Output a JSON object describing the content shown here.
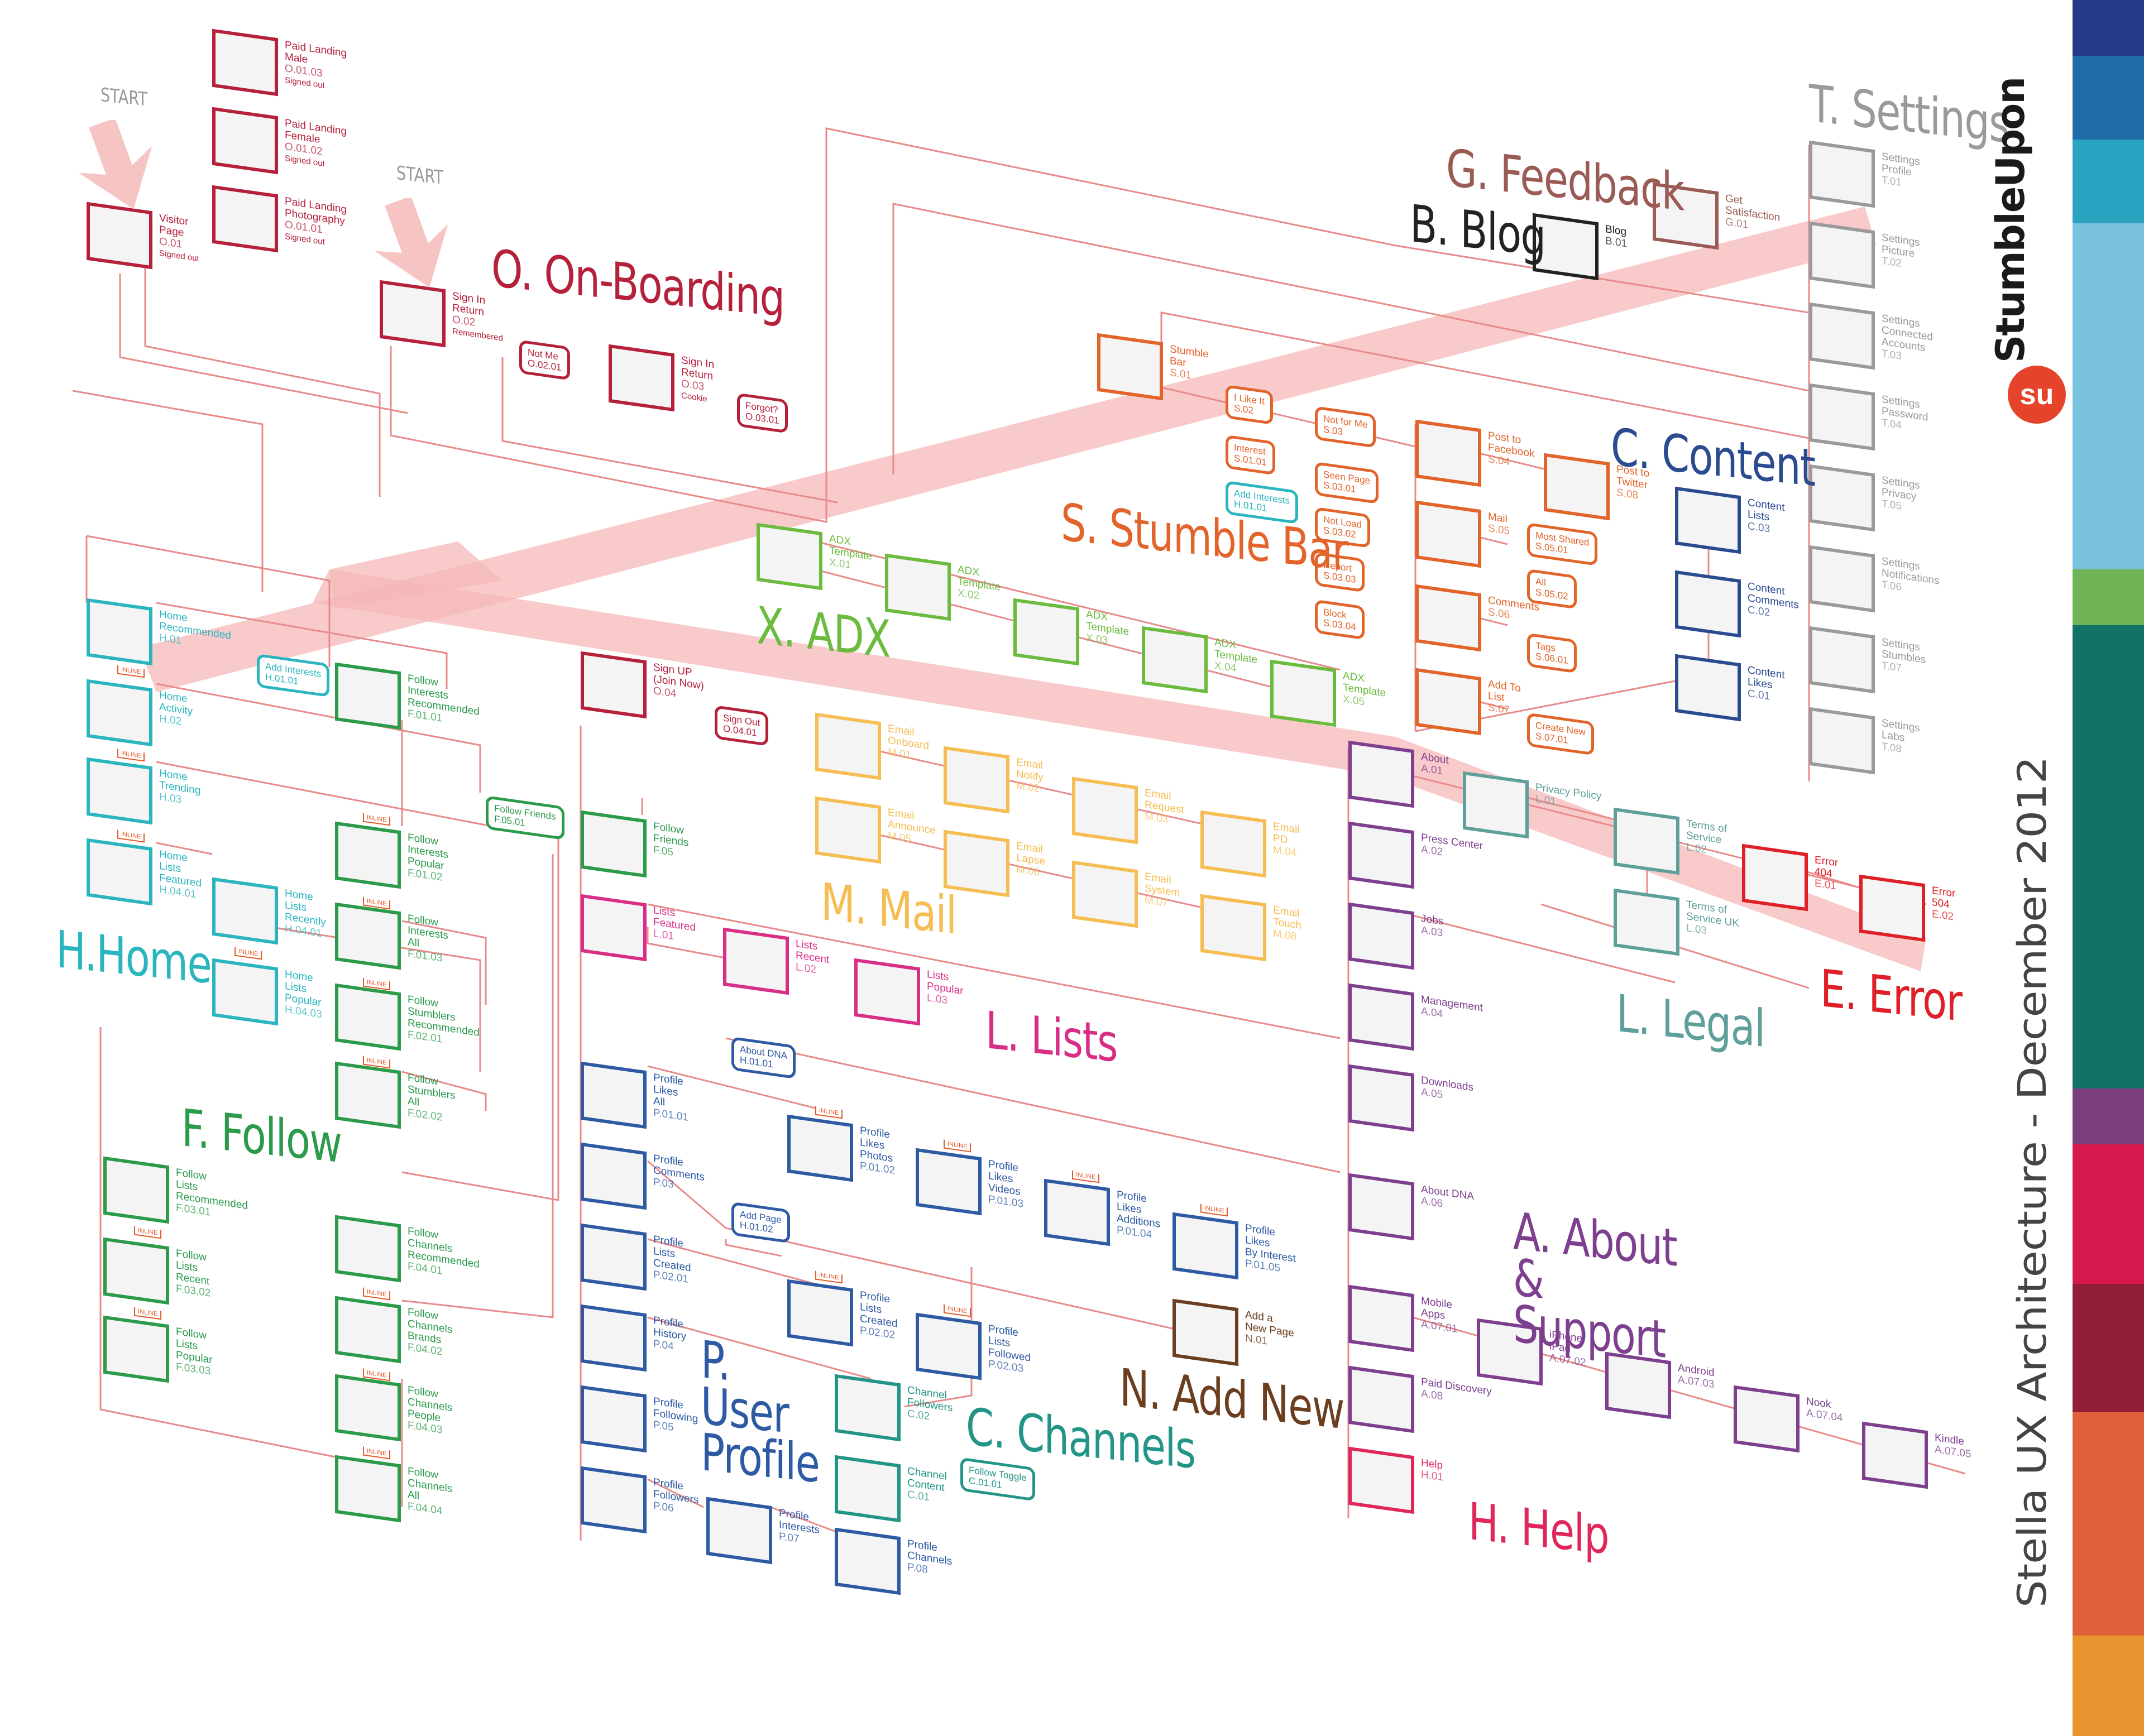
{
  "brand": {
    "logo_text": "StumbleUpon",
    "logo_mark": "su",
    "title": "Stella UX Architecture - December 2012",
    "stripes": [
      "#263a8a",
      "#1f6ba8",
      "#2aa3c1",
      "#7ac3e0",
      "#7ac3e0",
      "#6fb557",
      "#137266",
      "#137266",
      "#7a3f7c",
      "#d6184f",
      "#8f1f36",
      "#e0603a",
      "#e8952f"
    ]
  },
  "colors": {
    "onboarding": "#b5203a",
    "home": "#2ab5bf",
    "follow": "#2b9a4a",
    "adx": "#6bbb3f",
    "mail": "#f5bd52",
    "lists": "#d92e86",
    "profile": "#2d5aa3",
    "channels": "#239587",
    "addnew": "#6a3e1e",
    "stumble": "#e2642a",
    "content": "#2a4b90",
    "settings": "#9a9a9a",
    "feedback": "#9b5b55",
    "blog": "#222222",
    "about": "#7d3f8e",
    "help": "#e0275a",
    "legal": "#5e9f9a",
    "error": "#e02028",
    "connector": "#e88a8a",
    "band": "#f5b8b8"
  },
  "start_labels": [
    "START",
    "START"
  ],
  "inline_label": "INLINE",
  "sections": {
    "onboarding": "O. On-Boarding",
    "home": "H.Home",
    "follow": "F. Follow",
    "adx": "X. ADX",
    "mail": "M. Mail",
    "lists": "L. Lists",
    "profile": "P. User Profile",
    "channels": "C. Channels",
    "addnew": "N. Add New",
    "stumble": "S. Stumble Bar",
    "content": "C. Content",
    "settings": "T. Settings",
    "feedback": "G. Feedback",
    "blog": "B. Blog",
    "about": "A. About & Support",
    "help": "H. Help",
    "legal": "L. Legal",
    "error": "E. Error"
  },
  "pages": [
    {
      "id": "o1",
      "group": "onboarding",
      "lines": [
        "Visitor",
        "Page"
      ],
      "code": "O.01",
      "sub": "Signed out"
    },
    {
      "id": "o2",
      "group": "onboarding",
      "lines": [
        "Paid Landing",
        "Male"
      ],
      "code": "O.01.03",
      "sub": "Signed out"
    },
    {
      "id": "o3",
      "group": "onboarding",
      "lines": [
        "Paid Landing",
        "Female"
      ],
      "code": "O.01.02",
      "sub": "Signed out"
    },
    {
      "id": "o4",
      "group": "onboarding",
      "lines": [
        "Paid Landing",
        "Photography"
      ],
      "code": "O.01.01",
      "sub": "Signed out"
    },
    {
      "id": "o5",
      "group": "onboarding",
      "lines": [
        "Sign In",
        "Return"
      ],
      "code": "O.02",
      "sub": "Remembered"
    },
    {
      "id": "o6",
      "group": "onboarding",
      "lines": [
        "Sign In",
        "Return"
      ],
      "code": "O.03",
      "sub": "Cookie"
    },
    {
      "id": "o7",
      "group": "onboarding",
      "lines": [
        "Sign UP",
        "(Join Now)"
      ],
      "code": "O.04",
      "sub": ""
    },
    {
      "id": "h1",
      "group": "home",
      "lines": [
        "Home",
        "Recommended"
      ],
      "code": "H.01",
      "sub": ""
    },
    {
      "id": "h2",
      "group": "home",
      "lines": [
        "Home",
        "Activity"
      ],
      "code": "H.02",
      "sub": ""
    },
    {
      "id": "h3",
      "group": "home",
      "lines": [
        "Home",
        "Trending"
      ],
      "code": "H.03",
      "sub": ""
    },
    {
      "id": "h4",
      "group": "home",
      "lines": [
        "Home",
        "Lists",
        "Featured"
      ],
      "code": "H.04.01",
      "sub": ""
    },
    {
      "id": "h5",
      "group": "home",
      "lines": [
        "Home",
        "Lists",
        "Recently"
      ],
      "code": "H.04.01",
      "sub": ""
    },
    {
      "id": "h6",
      "group": "home",
      "lines": [
        "Home",
        "Lists",
        "Popular"
      ],
      "code": "H.04.03",
      "sub": ""
    },
    {
      "id": "f1",
      "group": "follow",
      "lines": [
        "Follow",
        "Interests",
        "Recommended"
      ],
      "code": "F.01.01",
      "sub": ""
    },
    {
      "id": "f2",
      "group": "follow",
      "lines": [
        "Follow",
        "Interests",
        "Popular"
      ],
      "code": "F.01.02",
      "sub": ""
    },
    {
      "id": "f3",
      "group": "follow",
      "lines": [
        "Follow",
        "Interests",
        "All"
      ],
      "code": "F.01.03",
      "sub": ""
    },
    {
      "id": "f4",
      "group": "follow",
      "lines": [
        "Follow",
        "Stumblers",
        "Recommended"
      ],
      "code": "F.02.01",
      "sub": ""
    },
    {
      "id": "f5",
      "group": "follow",
      "lines": [
        "Follow",
        "Stumblers",
        "All"
      ],
      "code": "F.02.02",
      "sub": ""
    },
    {
      "id": "f6",
      "group": "follow",
      "lines": [
        "Follow",
        "Lists",
        "Recommended"
      ],
      "code": "F.03.01",
      "sub": ""
    },
    {
      "id": "f7",
      "group": "follow",
      "lines": [
        "Follow",
        "Lists",
        "Recent"
      ],
      "code": "F.03.02",
      "sub": ""
    },
    {
      "id": "f8",
      "group": "follow",
      "lines": [
        "Follow",
        "Lists",
        "Popular"
      ],
      "code": "F.03.03",
      "sub": ""
    },
    {
      "id": "f9",
      "group": "follow",
      "lines": [
        "Follow",
        "Channels",
        "Recommended"
      ],
      "code": "F.04.01",
      "sub": ""
    },
    {
      "id": "f10",
      "group": "follow",
      "lines": [
        "Follow",
        "Channels",
        "Brands"
      ],
      "code": "F.04.02",
      "sub": ""
    },
    {
      "id": "f11",
      "group": "follow",
      "lines": [
        "Follow",
        "Channels",
        "People"
      ],
      "code": "F.04.03",
      "sub": ""
    },
    {
      "id": "f12",
      "group": "follow",
      "lines": [
        "Follow",
        "Channels",
        "All"
      ],
      "code": "F.04.04",
      "sub": ""
    },
    {
      "id": "f13",
      "group": "follow",
      "lines": [
        "Follow",
        "Friends"
      ],
      "code": "F.05",
      "sub": ""
    },
    {
      "id": "x1",
      "group": "adx",
      "lines": [
        "ADX",
        "Template"
      ],
      "code": "X.01",
      "sub": ""
    },
    {
      "id": "x2",
      "group": "adx",
      "lines": [
        "ADX",
        "Template"
      ],
      "code": "X.02",
      "sub": ""
    },
    {
      "id": "x3",
      "group": "adx",
      "lines": [
        "ADX",
        "Template"
      ],
      "code": "X.03",
      "sub": ""
    },
    {
      "id": "x4",
      "group": "adx",
      "lines": [
        "ADX",
        "Template"
      ],
      "code": "X.04",
      "sub": ""
    },
    {
      "id": "x5",
      "group": "adx",
      "lines": [
        "ADX",
        "Template"
      ],
      "code": "X.05",
      "sub": ""
    },
    {
      "id": "m1",
      "group": "mail",
      "lines": [
        "Email",
        "Onboard"
      ],
      "code": "M.01",
      "sub": ""
    },
    {
      "id": "m2",
      "group": "mail",
      "lines": [
        "Email",
        "Notify"
      ],
      "code": "M.02",
      "sub": ""
    },
    {
      "id": "m3",
      "group": "mail",
      "lines": [
        "Email",
        "Request"
      ],
      "code": "M.03",
      "sub": ""
    },
    {
      "id": "m4",
      "group": "mail",
      "lines": [
        "Email",
        "PD"
      ],
      "code": "M.04",
      "sub": ""
    },
    {
      "id": "m5",
      "group": "mail",
      "lines": [
        "Email",
        "Announce"
      ],
      "code": "M.05",
      "sub": ""
    },
    {
      "id": "m6",
      "group": "mail",
      "lines": [
        "Email",
        "Lapse"
      ],
      "code": "M.06",
      "sub": ""
    },
    {
      "id": "m7",
      "group": "mail",
      "lines": [
        "Email",
        "System"
      ],
      "code": "M.07",
      "sub": ""
    },
    {
      "id": "m8",
      "group": "mail",
      "lines": [
        "Email",
        "Touch"
      ],
      "code": "M.08",
      "sub": ""
    },
    {
      "id": "l1",
      "group": "lists",
      "lines": [
        "Lists",
        "Featured"
      ],
      "code": "L.01",
      "sub": ""
    },
    {
      "id": "l2",
      "group": "lists",
      "lines": [
        "Lists",
        "Recent"
      ],
      "code": "L.02",
      "sub": ""
    },
    {
      "id": "l3",
      "group": "lists",
      "lines": [
        "Lists",
        "Popular"
      ],
      "code": "L.03",
      "sub": ""
    },
    {
      "id": "p1",
      "group": "profile",
      "lines": [
        "Profile",
        "Likes",
        "All"
      ],
      "code": "P.01.01",
      "sub": ""
    },
    {
      "id": "p2",
      "group": "profile",
      "lines": [
        "Profile",
        "Likes",
        "Photos"
      ],
      "code": "P.01.02",
      "sub": ""
    },
    {
      "id": "p3",
      "group": "profile",
      "lines": [
        "Profile",
        "Likes",
        "Videos"
      ],
      "code": "P.01.03",
      "sub": ""
    },
    {
      "id": "p4",
      "group": "profile",
      "lines": [
        "Profile",
        "Likes",
        "Additions"
      ],
      "code": "P.01.04",
      "sub": ""
    },
    {
      "id": "p5",
      "group": "profile",
      "lines": [
        "Profile",
        "Likes",
        "By Interest"
      ],
      "code": "P.01.05",
      "sub": ""
    },
    {
      "id": "p6",
      "group": "profile",
      "lines": [
        "Profile",
        "Comments"
      ],
      "code": "P.03",
      "sub": ""
    },
    {
      "id": "p7",
      "group": "profile",
      "lines": [
        "Profile",
        "Lists",
        "Created"
      ],
      "code": "P.02.01",
      "sub": ""
    },
    {
      "id": "p8",
      "group": "profile",
      "lines": [
        "Profile",
        "Lists",
        "Created"
      ],
      "code": "P.02.02",
      "sub": ""
    },
    {
      "id": "p9",
      "group": "profile",
      "lines": [
        "Profile",
        "Lists",
        "Followed"
      ],
      "code": "P.02.03",
      "sub": ""
    },
    {
      "id": "p10",
      "group": "profile",
      "lines": [
        "Profile",
        "History"
      ],
      "code": "P.04",
      "sub": ""
    },
    {
      "id": "p11",
      "group": "profile",
      "lines": [
        "Profile",
        "Following"
      ],
      "code": "P.05",
      "sub": ""
    },
    {
      "id": "p12",
      "group": "profile",
      "lines": [
        "Profile",
        "Followers"
      ],
      "code": "P.06",
      "sub": ""
    },
    {
      "id": "p13",
      "group": "profile",
      "lines": [
        "Profile",
        "Interests"
      ],
      "code": "P.07",
      "sub": ""
    },
    {
      "id": "p14",
      "group": "profile",
      "lines": [
        "Profile",
        "Channels"
      ],
      "code": "P.08",
      "sub": ""
    },
    {
      "id": "c1",
      "group": "channels",
      "lines": [
        "Channel",
        "Followers"
      ],
      "code": "C.02",
      "sub": ""
    },
    {
      "id": "c2",
      "group": "channels",
      "lines": [
        "Channel",
        "Content"
      ],
      "code": "C.01",
      "sub": ""
    },
    {
      "id": "n1",
      "group": "addnew",
      "lines": [
        "Add a",
        "New Page"
      ],
      "code": "N.01",
      "sub": ""
    },
    {
      "id": "s1",
      "group": "stumble",
      "lines": [
        "Stumble",
        "Bar"
      ],
      "code": "S.01",
      "sub": ""
    },
    {
      "id": "s2",
      "group": "stumble",
      "lines": [
        "Post to",
        "Facebook"
      ],
      "code": "S.04",
      "sub": ""
    },
    {
      "id": "s3",
      "group": "stumble",
      "lines": [
        "Post to",
        "Twitter"
      ],
      "code": "S.08",
      "sub": ""
    },
    {
      "id": "s4",
      "group": "stumble",
      "lines": [
        "Mail"
      ],
      "code": "S.05",
      "sub": ""
    },
    {
      "id": "s5",
      "group": "stumble",
      "lines": [
        "Comments"
      ],
      "code": "S.06",
      "sub": ""
    },
    {
      "id": "s6",
      "group": "stumble",
      "lines": [
        "Add To",
        "List"
      ],
      "code": "S.07",
      "sub": ""
    },
    {
      "id": "cc1",
      "group": "content",
      "lines": [
        "Content",
        "Lists"
      ],
      "code": "C.03",
      "sub": ""
    },
    {
      "id": "cc2",
      "group": "content",
      "lines": [
        "Content",
        "Comments"
      ],
      "code": "C.02",
      "sub": ""
    },
    {
      "id": "cc3",
      "group": "content",
      "lines": [
        "Content",
        "Likes"
      ],
      "code": "C.01",
      "sub": ""
    },
    {
      "id": "t1",
      "group": "settings",
      "lines": [
        "Settings",
        "Profile"
      ],
      "code": "T.01",
      "sub": ""
    },
    {
      "id": "t2",
      "group": "settings",
      "lines": [
        "Settings",
        "Picture"
      ],
      "code": "T.02",
      "sub": ""
    },
    {
      "id": "t3",
      "group": "settings",
      "lines": [
        "Settings",
        "Connected",
        "Accounts"
      ],
      "code": "T.03",
      "sub": ""
    },
    {
      "id": "t4",
      "group": "settings",
      "lines": [
        "Settings",
        "Password"
      ],
      "code": "T.04",
      "sub": ""
    },
    {
      "id": "t5",
      "group": "settings",
      "lines": [
        "Settings",
        "Privacy"
      ],
      "code": "T.05",
      "sub": ""
    },
    {
      "id": "t6",
      "group": "settings",
      "lines": [
        "Settings",
        "Notifications"
      ],
      "code": "T.06",
      "sub": ""
    },
    {
      "id": "t7",
      "group": "settings",
      "lines": [
        "Settings",
        "Stumbles"
      ],
      "code": "T.07",
      "sub": ""
    },
    {
      "id": "t8",
      "group": "settings",
      "lines": [
        "Settings",
        "Labs"
      ],
      "code": "T.08",
      "sub": ""
    },
    {
      "id": "g1",
      "group": "feedback",
      "lines": [
        "Get",
        "Satisfaction"
      ],
      "code": "G.01",
      "sub": ""
    },
    {
      "id": "b1",
      "group": "blog",
      "lines": [
        "Blog"
      ],
      "code": "B.01",
      "sub": ""
    },
    {
      "id": "a1",
      "group": "about",
      "lines": [
        "About"
      ],
      "code": "A.01",
      "sub": ""
    },
    {
      "id": "a2",
      "group": "about",
      "lines": [
        "Press Center"
      ],
      "code": "A.02",
      "sub": ""
    },
    {
      "id": "a3",
      "group": "about",
      "lines": [
        "Jobs"
      ],
      "code": "A.03",
      "sub": ""
    },
    {
      "id": "a4",
      "group": "about",
      "lines": [
        "Management"
      ],
      "code": "A.04",
      "sub": ""
    },
    {
      "id": "a5",
      "group": "about",
      "lines": [
        "Downloads"
      ],
      "code": "A.05",
      "sub": ""
    },
    {
      "id": "a6",
      "group": "about",
      "lines": [
        "About DNA"
      ],
      "code": "A.06",
      "sub": ""
    },
    {
      "id": "a7",
      "group": "about",
      "lines": [
        "Mobile",
        "Apps"
      ],
      "code": "A.07.01",
      "sub": ""
    },
    {
      "id": "a8",
      "group": "about",
      "lines": [
        "iPhone",
        "iPad"
      ],
      "code": "A.07.02",
      "sub": ""
    },
    {
      "id": "a9",
      "group": "about",
      "lines": [
        "Android"
      ],
      "code": "A.07.03",
      "sub": ""
    },
    {
      "id": "a10",
      "group": "about",
      "lines": [
        "Nook"
      ],
      "code": "A.07.04",
      "sub": ""
    },
    {
      "id": "a11",
      "group": "about",
      "lines": [
        "Kindle"
      ],
      "code": "A.07.05",
      "sub": ""
    },
    {
      "id": "a12",
      "group": "about",
      "lines": [
        "Paid Discovery"
      ],
      "code": "A.08",
      "sub": ""
    },
    {
      "id": "hp1",
      "group": "help",
      "lines": [
        "Help"
      ],
      "code": "H.01",
      "sub": ""
    },
    {
      "id": "lg1",
      "group": "legal",
      "lines": [
        "Privacy Policy"
      ],
      "code": "L.01",
      "sub": ""
    },
    {
      "id": "lg2",
      "group": "legal",
      "lines": [
        "Terms of",
        "Service"
      ],
      "code": "L.02",
      "sub": ""
    },
    {
      "id": "lg3",
      "group": "legal",
      "lines": [
        "Terms of",
        "Service UK"
      ],
      "code": "L.03",
      "sub": ""
    },
    {
      "id": "e1",
      "group": "error",
      "lines": [
        "Error",
        "404"
      ],
      "code": "E.01",
      "sub": ""
    },
    {
      "id": "e2",
      "group": "error",
      "lines": [
        "Error",
        "504"
      ],
      "code": "E.02",
      "sub": ""
    }
  ],
  "pills": [
    {
      "id": "pl1",
      "group": "onboarding",
      "lines": [
        "Not Me"
      ],
      "code": "O.02.01"
    },
    {
      "id": "pl2",
      "group": "onboarding",
      "lines": [
        "Forgot?"
      ],
      "code": "O.03.01"
    },
    {
      "id": "pl3",
      "group": "onboarding",
      "lines": [
        "Sign Out"
      ],
      "code": "O.04.01"
    },
    {
      "id": "pl4",
      "group": "home",
      "lines": [
        "Add Interests"
      ],
      "code": "H.01.01"
    },
    {
      "id": "pl5",
      "group": "follow",
      "lines": [
        "Follow Friends"
      ],
      "code": "F.05.01"
    },
    {
      "id": "pl6",
      "group": "profile",
      "lines": [
        "About DNA"
      ],
      "code": "H.01.01"
    },
    {
      "id": "pl7",
      "group": "profile",
      "lines": [
        "Add Page"
      ],
      "code": "H.01.02"
    },
    {
      "id": "pl8",
      "group": "channels",
      "lines": [
        "Follow Toggle"
      ],
      "code": "C.01.01"
    },
    {
      "id": "pl9",
      "group": "stumble",
      "lines": [
        "I Like It"
      ],
      "code": "S.02"
    },
    {
      "id": "pl10",
      "group": "stumble",
      "lines": [
        "Not for Me"
      ],
      "code": "S.03"
    },
    {
      "id": "pl11",
      "group": "stumble",
      "lines": [
        "Interest"
      ],
      "code": "S.01.01"
    },
    {
      "id": "pl12",
      "group": "home",
      "lines": [
        "Add Interests"
      ],
      "code": "H.01.01"
    },
    {
      "id": "pl13",
      "group": "stumble",
      "lines": [
        "Seen Page"
      ],
      "code": "S.03.01"
    },
    {
      "id": "pl14",
      "group": "stumble",
      "lines": [
        "Not Load"
      ],
      "code": "S.03.02"
    },
    {
      "id": "pl15",
      "group": "stumble",
      "lines": [
        "Report"
      ],
      "code": "S.03.03"
    },
    {
      "id": "pl16",
      "group": "stumble",
      "lines": [
        "Block"
      ],
      "code": "S.03.04"
    },
    {
      "id": "pl17",
      "group": "stumble",
      "lines": [
        "Most Shared"
      ],
      "code": "S.05.01"
    },
    {
      "id": "pl18",
      "group": "stumble",
      "lines": [
        "All"
      ],
      "code": "S.05.02"
    },
    {
      "id": "pl19",
      "group": "stumble",
      "lines": [
        "Tags"
      ],
      "code": "S.06.01"
    },
    {
      "id": "pl20",
      "group": "stumble",
      "lines": [
        "Create New"
      ],
      "code": "S.07.01"
    }
  ]
}
